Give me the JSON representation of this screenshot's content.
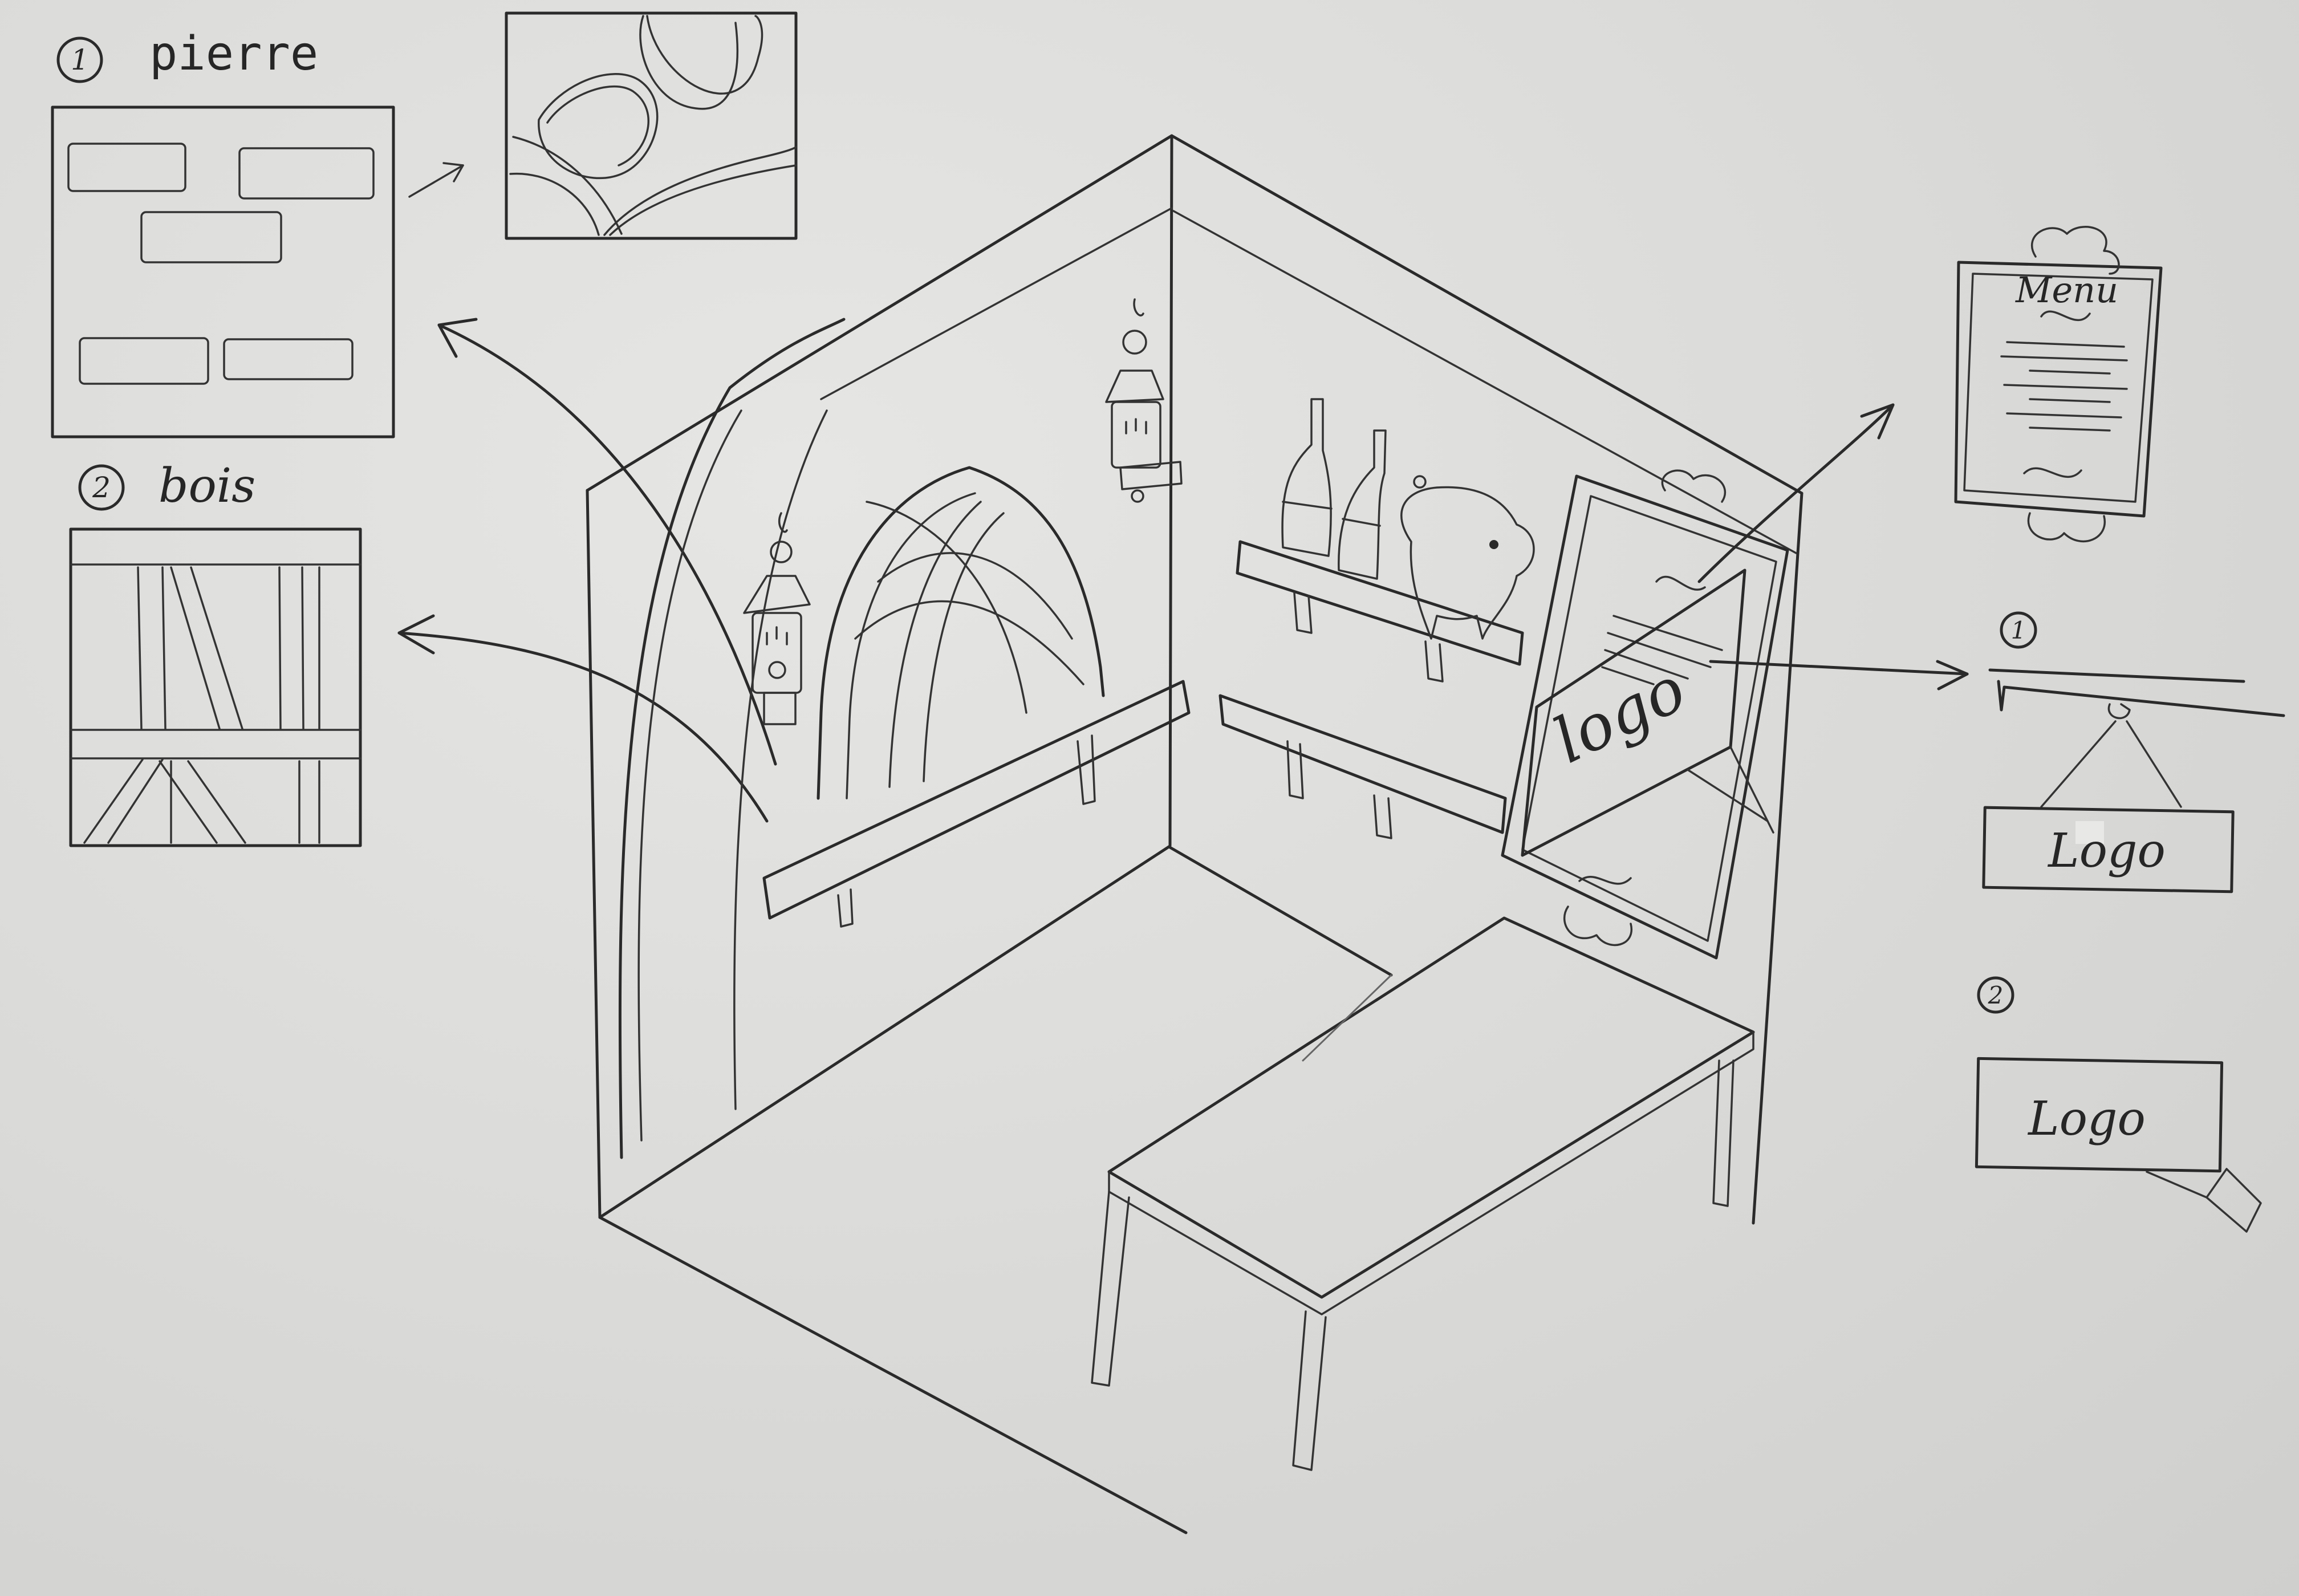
{
  "labels": {
    "stone_number": "1",
    "stone": "pierre",
    "wood_number": "2",
    "wood": "bois",
    "menu": "Menu",
    "logo_on_board": "logo",
    "sign_option_1_number": "1",
    "sign_option_1_logo": "Logo",
    "sign_option_2_number": "2",
    "sign_option_2_logo": "Logo"
  },
  "colors": {
    "paper": "#d7d7d5",
    "ink": "#2a2a2a"
  }
}
